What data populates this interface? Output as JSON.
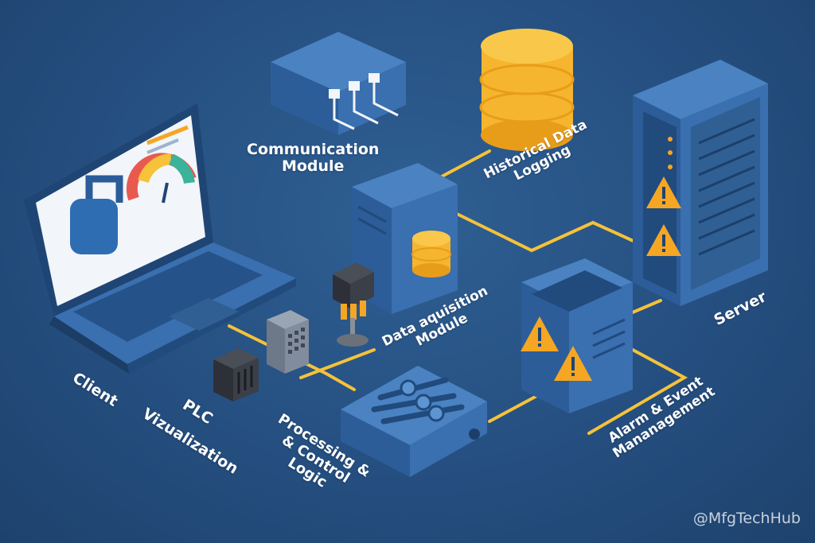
{
  "labels": {
    "communication_module": [
      "Communication",
      "Module"
    ],
    "historical_data_logging": [
      "Historical Data",
      "Logging"
    ],
    "server": [
      "Server"
    ],
    "data_acquisition_module": [
      "Data aquisition",
      "Module"
    ],
    "alarm_event_management": [
      "Alarm & Event",
      "Mananagement"
    ],
    "processing_control_logic": [
      "Processing &",
      "& Control",
      "Logic"
    ],
    "plc": [
      "PLC"
    ],
    "vizualization": [
      "Vizualization"
    ],
    "client": [
      "Client"
    ]
  },
  "watermark": "@MfgTechHub",
  "colors": {
    "background": "#26528a",
    "device_blue": "#3a6fb0",
    "device_dark": "#214a7d",
    "connector_yellow": "#f5c23a",
    "database_orange": "#f6b52e",
    "warning_orange": "#f5a623"
  }
}
